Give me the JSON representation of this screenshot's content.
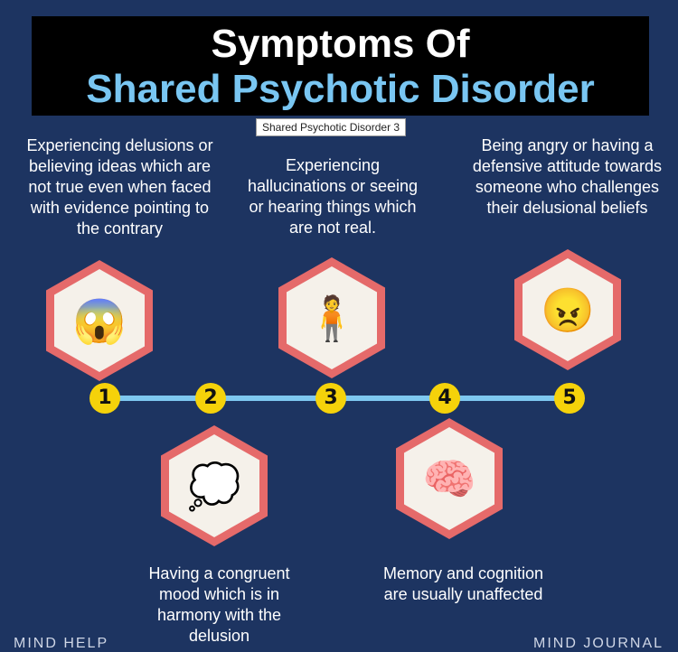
{
  "title": {
    "line1": "Symptoms Of",
    "line2": "Shared Psychotic Disorder"
  },
  "tooltip": "Shared Psychotic Disorder 3",
  "steps": [
    {
      "number": "1",
      "text": "Experiencing delusions or believing ideas which are not true even when faced with evidence pointing to the contrary",
      "icon": "frightened-person-icon"
    },
    {
      "number": "2",
      "text": "Having a congruent mood which is in harmony with the delusion",
      "icon": "dreaming-person-icon"
    },
    {
      "number": "3",
      "text": "Experiencing hallucinations or seeing or hearing things which are not real.",
      "icon": "hallucinating-person-icon"
    },
    {
      "number": "4",
      "text": "Memory and cognition are usually unaffected",
      "icon": "brain-head-icon"
    },
    {
      "number": "5",
      "text": "Being angry or having a defensive attitude towards someone who challenges their delusional beliefs",
      "icon": "angry-person-icon"
    }
  ],
  "logos": {
    "left": "MIND HELP",
    "right": "MIND JOURNAL"
  },
  "colors": {
    "background": "#1d3461",
    "accent": "#79c6f2",
    "number": "#f5d20a",
    "hex_border": "#e56a6a"
  }
}
